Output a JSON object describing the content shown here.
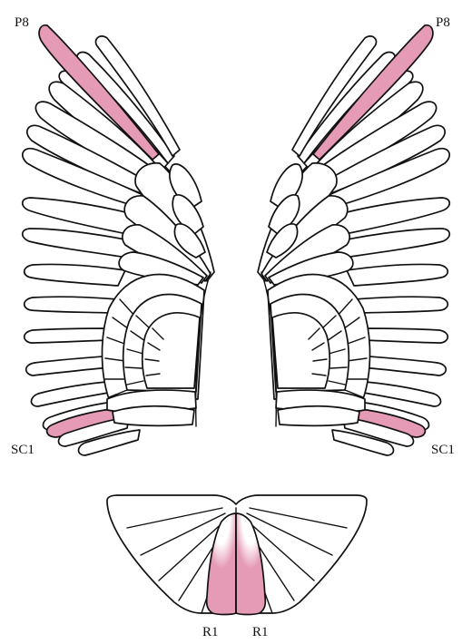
{
  "labels": {
    "left_primary": "P8",
    "right_primary": "P8",
    "left_secondary": "SC1",
    "right_secondary": "SC1",
    "tail_left": "R1",
    "tail_right": "R1"
  },
  "colors": {
    "highlight": "#e59ab6",
    "outline": "#111111",
    "background": "#ffffff"
  }
}
